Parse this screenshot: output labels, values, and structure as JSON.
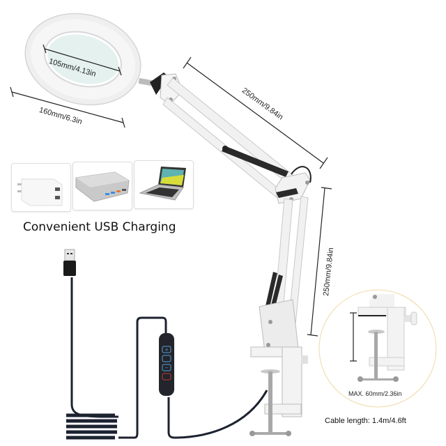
{
  "product": {
    "type": "magnifier desk lamp with swing arm and table clamp",
    "colors": {
      "body": "#f2f2f2",
      "lens": "#e6f2f2",
      "cable": "#1c2230",
      "dimension_lines": "#222222",
      "controller_buttons": "#5aa0d8",
      "controller_power": "#c0392b",
      "clamp_circle_border": "#f0d9a8"
    }
  },
  "dimensions": {
    "lens_diameter": "105mm/4.13in",
    "head_diameter": "160mm/6.3in",
    "upper_arm": "250mm/9.84in",
    "lower_arm": "250mm/9.84in",
    "clamp_max": "MAX. 60mm/2.36in",
    "cable_length": "Cable length: 1.4m/4.6ft"
  },
  "usb_section": {
    "caption": "Convenient USB Charging",
    "devices": [
      {
        "name": "wall-adapter"
      },
      {
        "name": "power-bank"
      },
      {
        "name": "laptop"
      }
    ]
  },
  "controller": {
    "buttons": [
      "+",
      "mode",
      "−",
      "power"
    ]
  }
}
